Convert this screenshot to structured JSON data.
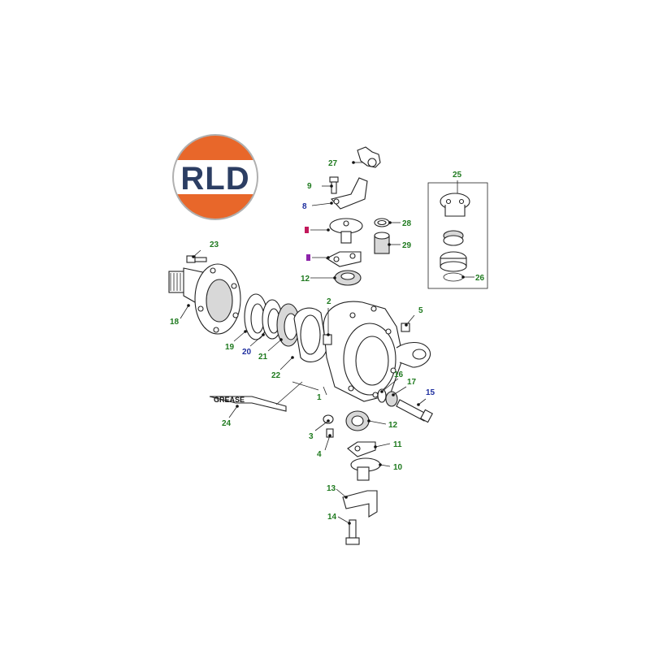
{
  "logo": {
    "text": "RLD",
    "colors": {
      "ring_orange": "#e8672a",
      "ring_gray": "#9a9a9a",
      "text_navy": "#2c3e63"
    }
  },
  "grease_label": "GREASE",
  "footer_code": "",
  "callouts": [
    {
      "n": "1",
      "color": "green"
    },
    {
      "n": "2",
      "color": "green"
    },
    {
      "n": "3",
      "color": "green"
    },
    {
      "n": "4",
      "color": "green"
    },
    {
      "n": "5",
      "color": "green"
    },
    {
      "n": "8",
      "color": "blue"
    },
    {
      "n": "9",
      "color": "green"
    },
    {
      "n": "10",
      "color": "green"
    },
    {
      "n": "11",
      "color": "green"
    },
    {
      "n": "12",
      "color": "green"
    },
    {
      "n": "12",
      "color": "green"
    },
    {
      "n": "13",
      "color": "green"
    },
    {
      "n": "14",
      "color": "green"
    },
    {
      "n": "15",
      "color": "blue"
    },
    {
      "n": "16",
      "color": "green"
    },
    {
      "n": "17",
      "color": "green"
    },
    {
      "n": "18",
      "color": "green"
    },
    {
      "n": "19",
      "color": "green"
    },
    {
      "n": "20",
      "color": "blue"
    },
    {
      "n": "21",
      "color": "green"
    },
    {
      "n": "22",
      "color": "green"
    },
    {
      "n": "23",
      "color": "green"
    },
    {
      "n": "24",
      "color": "green"
    },
    {
      "n": "25",
      "color": "green"
    },
    {
      "n": "26",
      "color": "green"
    },
    {
      "n": "27",
      "color": "green"
    },
    {
      "n": "28",
      "color": "green"
    },
    {
      "n": "29",
      "color": "green"
    }
  ],
  "markers": [
    {
      "name": "marker-6",
      "color": "#c2185b"
    },
    {
      "name": "marker-7",
      "color": "#8e24aa"
    }
  ]
}
